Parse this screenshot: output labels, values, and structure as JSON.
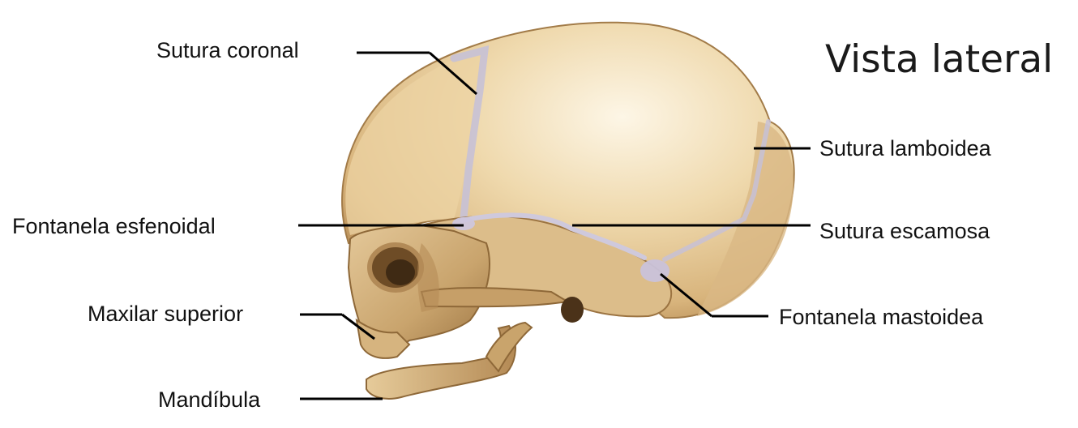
{
  "title": "Vista lateral",
  "labels": {
    "sutura_coronal": "Sutura coronal",
    "sutura_lamboidea": "Sutura lamboidea",
    "fontanela_esfenoidal": "Fontanela esfenoidal",
    "sutura_escamosa": "Sutura escamosa",
    "maxilar_superior": "Maxilar superior",
    "fontanela_mastoidea": "Fontanela mastoidea",
    "mandibula": "Mandíbula"
  },
  "colors": {
    "bone_light": "#f3e2c0",
    "bone_mid": "#ddbf8b",
    "bone_dark": "#8f6a3c",
    "suture": "#c7c1d6",
    "leader_line": "#000000"
  }
}
